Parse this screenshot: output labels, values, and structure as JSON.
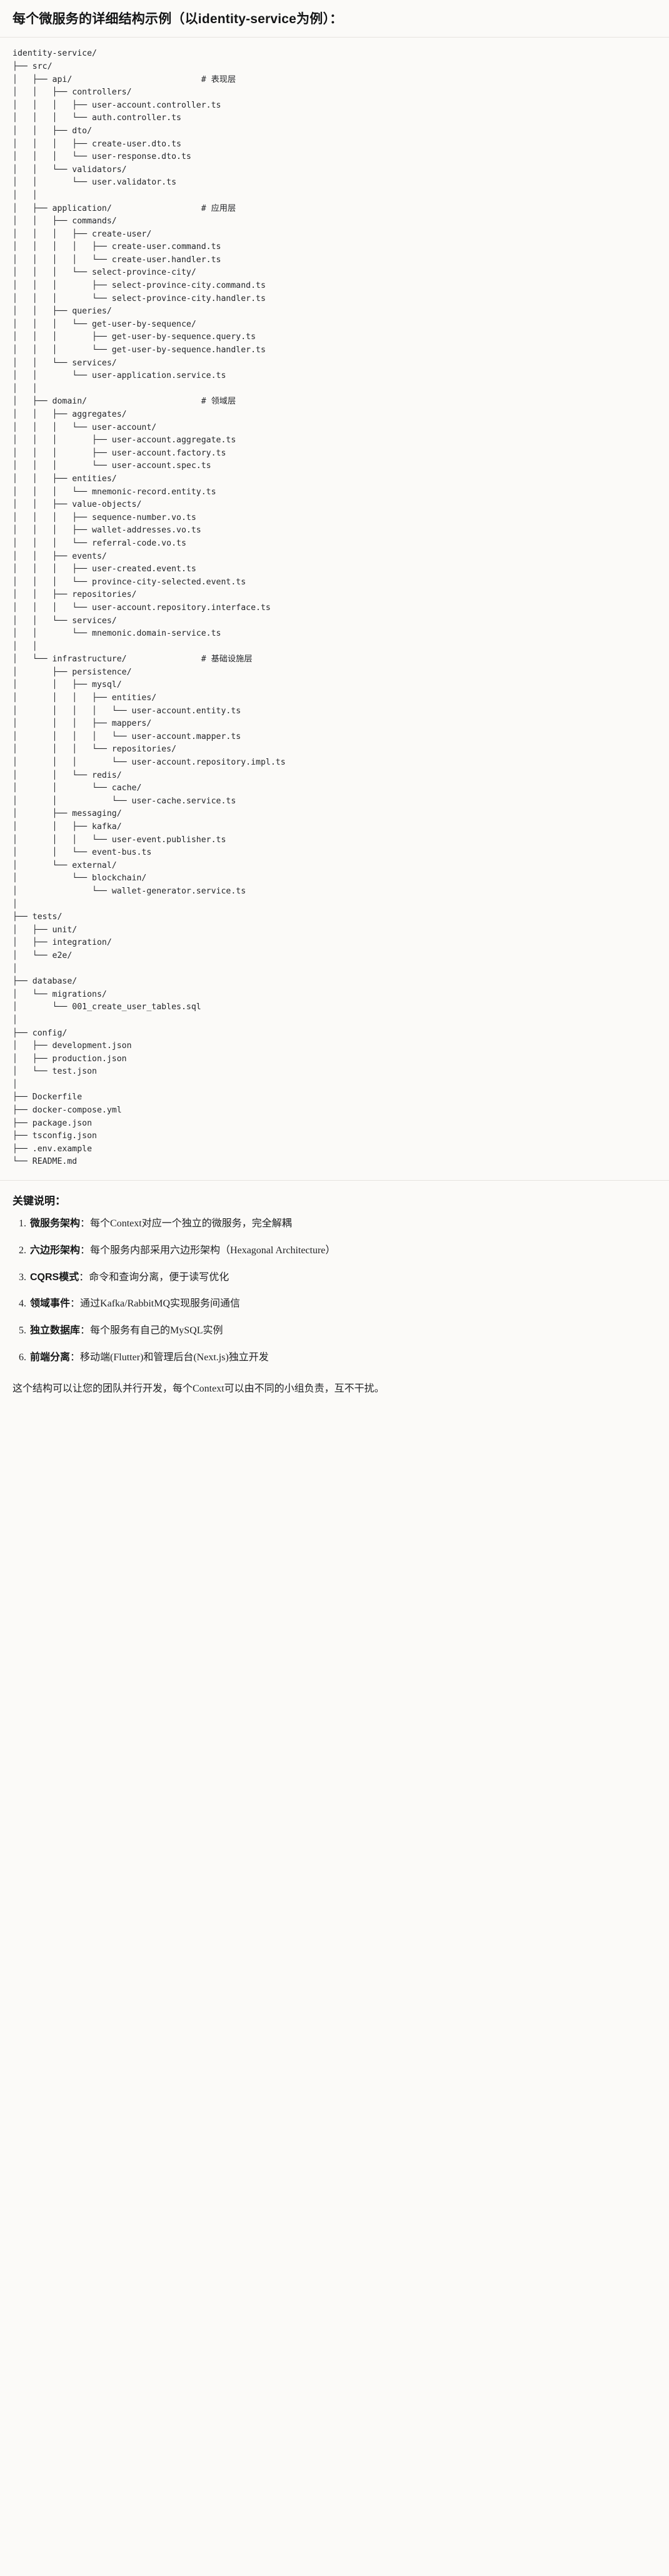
{
  "document": {
    "title": "每个微服务的详细结构示例（以identity-service为例）："
  },
  "tree": {
    "root": "identity-service/",
    "text": "identity-service/\n├── src/\n│   ├── api/                          # 表现层\n│   │   ├── controllers/\n│   │   │   ├── user-account.controller.ts\n│   │   │   └── auth.controller.ts\n│   │   ├── dto/\n│   │   │   ├── create-user.dto.ts\n│   │   │   └── user-response.dto.ts\n│   │   └── validators/\n│   │       └── user.validator.ts\n│   │\n│   ├── application/                  # 应用层\n│   │   ├── commands/\n│   │   │   ├── create-user/\n│   │   │   │   ├── create-user.command.ts\n│   │   │   │   └── create-user.handler.ts\n│   │   │   └── select-province-city/\n│   │   │       ├── select-province-city.command.ts\n│   │   │       └── select-province-city.handler.ts\n│   │   ├── queries/\n│   │   │   └── get-user-by-sequence/\n│   │   │       ├── get-user-by-sequence.query.ts\n│   │   │       └── get-user-by-sequence.handler.ts\n│   │   └── services/\n│   │       └── user-application.service.ts\n│   │\n│   ├── domain/                       # 领域层\n│   │   ├── aggregates/\n│   │   │   └── user-account/\n│   │   │       ├── user-account.aggregate.ts\n│   │   │       ├── user-account.factory.ts\n│   │   │       └── user-account.spec.ts\n│   │   ├── entities/\n│   │   │   └── mnemonic-record.entity.ts\n│   │   ├── value-objects/\n│   │   │   ├── sequence-number.vo.ts\n│   │   │   ├── wallet-addresses.vo.ts\n│   │   │   └── referral-code.vo.ts\n│   │   ├── events/\n│   │   │   ├── user-created.event.ts\n│   │   │   └── province-city-selected.event.ts\n│   │   ├── repositories/\n│   │   │   └── user-account.repository.interface.ts\n│   │   └── services/\n│   │       └── mnemonic.domain-service.ts\n│   │\n│   └── infrastructure/               # 基础设施层\n│       ├── persistence/\n│       │   ├── mysql/\n│       │   │   ├── entities/\n│       │   │   │   └── user-account.entity.ts\n│       │   │   ├── mappers/\n│       │   │   │   └── user-account.mapper.ts\n│       │   │   └── repositories/\n│       │   │       └── user-account.repository.impl.ts\n│       │   └── redis/\n│       │       └── cache/\n│       │           └── user-cache.service.ts\n│       ├── messaging/\n│       │   ├── kafka/\n│       │   │   └── user-event.publisher.ts\n│       │   └── event-bus.ts\n│       └── external/\n│           └── blockchain/\n│               └── wallet-generator.service.ts\n│\n├── tests/\n│   ├── unit/\n│   ├── integration/\n│   └── e2e/\n│\n├── database/\n│   └── migrations/\n│       └── 001_create_user_tables.sql\n│\n├── config/\n│   ├── development.json\n│   ├── production.json\n│   └── test.json\n│\n├── Dockerfile\n├── docker-compose.yml\n├── package.json\n├── tsconfig.json\n├── .env.example\n└── README.md",
    "layer_comments": [
      "# 表现层",
      "# 应用层",
      "# 领域层",
      "# 基础设施层"
    ]
  },
  "notes": {
    "heading": "关键说明：",
    "items": [
      {
        "term": "微服务架构",
        "sep": "：",
        "text": "每个Context对应一个独立的微服务，完全解耦"
      },
      {
        "term": "六边形架构",
        "sep": "：",
        "text": "每个服务内部采用六边形架构（Hexagonal Architecture）"
      },
      {
        "term": "CQRS模式",
        "sep": "：",
        "text": "命令和查询分离，便于读写优化"
      },
      {
        "term": "领域事件",
        "sep": "：",
        "text": "通过Kafka/RabbitMQ实现服务间通信"
      },
      {
        "term": "独立数据库",
        "sep": "：",
        "text": "每个服务有自己的MySQL实例"
      },
      {
        "term": "前端分离",
        "sep": "：",
        "text": "移动端(Flutter)和管理后台(Next.js)独立开发"
      }
    ],
    "closing": "这个结构可以让您的团队并行开发，每个Context可以由不同的小组负责，互不干扰。"
  },
  "colors": {
    "background": "#fbfaf8",
    "text": "#1f2022",
    "code_text": "#24262a",
    "divider": "#e6e3df"
  }
}
